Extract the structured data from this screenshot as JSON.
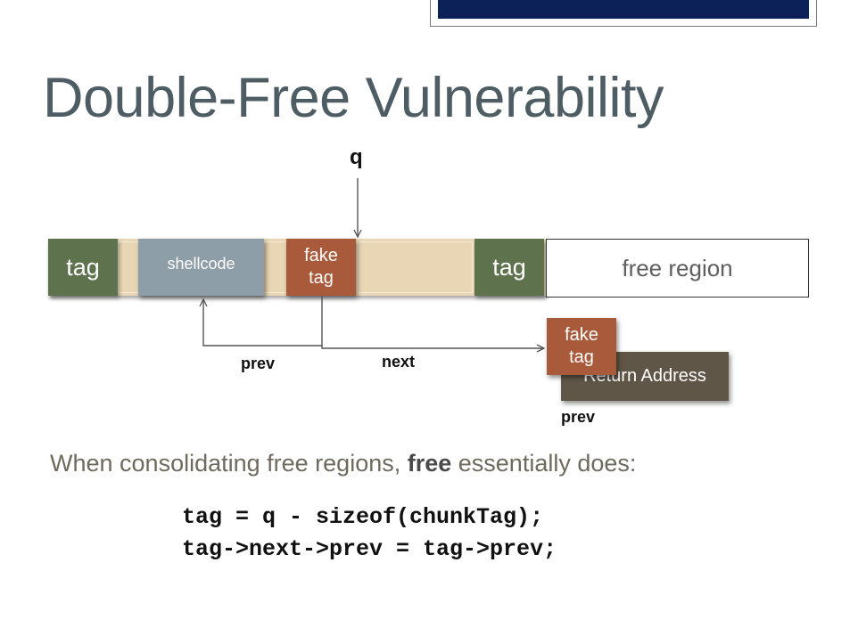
{
  "title": "Double-Free Vulnerability",
  "diagram": {
    "pointer_label": "q",
    "tag_left": "tag",
    "shellcode": "shellcode",
    "fake_tag_line1": "fake",
    "fake_tag_line2": "tag",
    "tag_right": "tag",
    "free_region": "free region",
    "return_address": "Return Address",
    "prev_label": "prev",
    "next_label": "next",
    "prev_label_2": "prev"
  },
  "explanation": {
    "before": "When consolidating free regions, ",
    "emphasis": "free",
    "after": " essentially does:"
  },
  "code": [
    "tag = q - sizeof(chunkTag);",
    "tag->next->prev = tag->prev;"
  ],
  "colors": {
    "tag_green": "#5d724d",
    "shellcode_gray": "#8e9ea8",
    "fake_tag_red": "#a85a3a",
    "strip_tan": "#e8d6b4",
    "return_brown": "#5f5647",
    "top_bar_navy": "#0d2159"
  }
}
